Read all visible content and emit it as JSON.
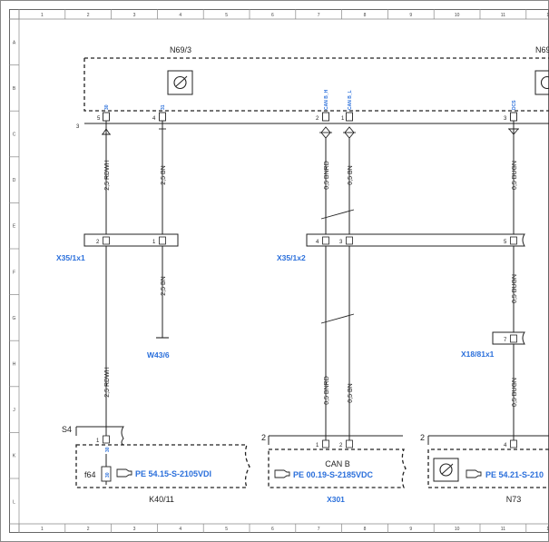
{
  "ruler": {
    "columns": [
      "1",
      "2",
      "3",
      "4",
      "5",
      "6",
      "7",
      "8",
      "9",
      "10",
      "11",
      "12"
    ],
    "rows": [
      "A",
      "B",
      "C",
      "D",
      "E",
      "F",
      "G",
      "H",
      "J",
      "K",
      "L"
    ]
  },
  "modules": {
    "n69_3": {
      "label": "N69/3"
    },
    "n69_right": {
      "label": "N69"
    }
  },
  "pins_top": {
    "p5": {
      "num": "5",
      "signal": "30"
    },
    "p4": {
      "num": "4",
      "signal": "31"
    },
    "p2": {
      "num": "2",
      "signal": "CAN B_H"
    },
    "p1": {
      "num": "1",
      "signal": "CAN B_L"
    },
    "p3": {
      "num": "3",
      "signal": "DCS"
    }
  },
  "ground_node": "3",
  "wires": {
    "w1": "2,5 RDWH",
    "w2": "2,5 BN",
    "w3": "0,5 BNRD",
    "w4": "0,5 BN",
    "w5": "0,5 BUGN",
    "w6": "2,5 BN",
    "w7": "0,5 BUGN",
    "w8": "2,5 RDWH",
    "w9": "0,5 BNRD",
    "w10": "0,5 BN",
    "w11": "0,5 BUGN"
  },
  "connectors": {
    "x35_1x1": {
      "label": "X35/1x1",
      "pins": [
        "2",
        "1"
      ]
    },
    "x35_1x2": {
      "label": "X35/1x2",
      "pins": [
        "4",
        "3",
        "5"
      ]
    },
    "x18_81x1": {
      "label": "X18/81x1",
      "pin": "7"
    }
  },
  "ground_w43": "W43/6",
  "bottom": {
    "s4": "S4",
    "k40_pin": "1",
    "k40_sig": "30",
    "fuse": "f64",
    "fuse_sig": "30",
    "k40_ref": "PE 54.15-S-2105VDI",
    "k40_label": "K40/11",
    "x301_num": "2",
    "x301_pins": [
      "1",
      "2"
    ],
    "x301_title": "CAN B",
    "x301_ref": "PE 00.19-S-2185VDC",
    "x301_label": "X301",
    "n73_num": "2",
    "n73_pin": "4",
    "n73_ref": "PE 54.21-S-210",
    "n73_label": "N73"
  }
}
